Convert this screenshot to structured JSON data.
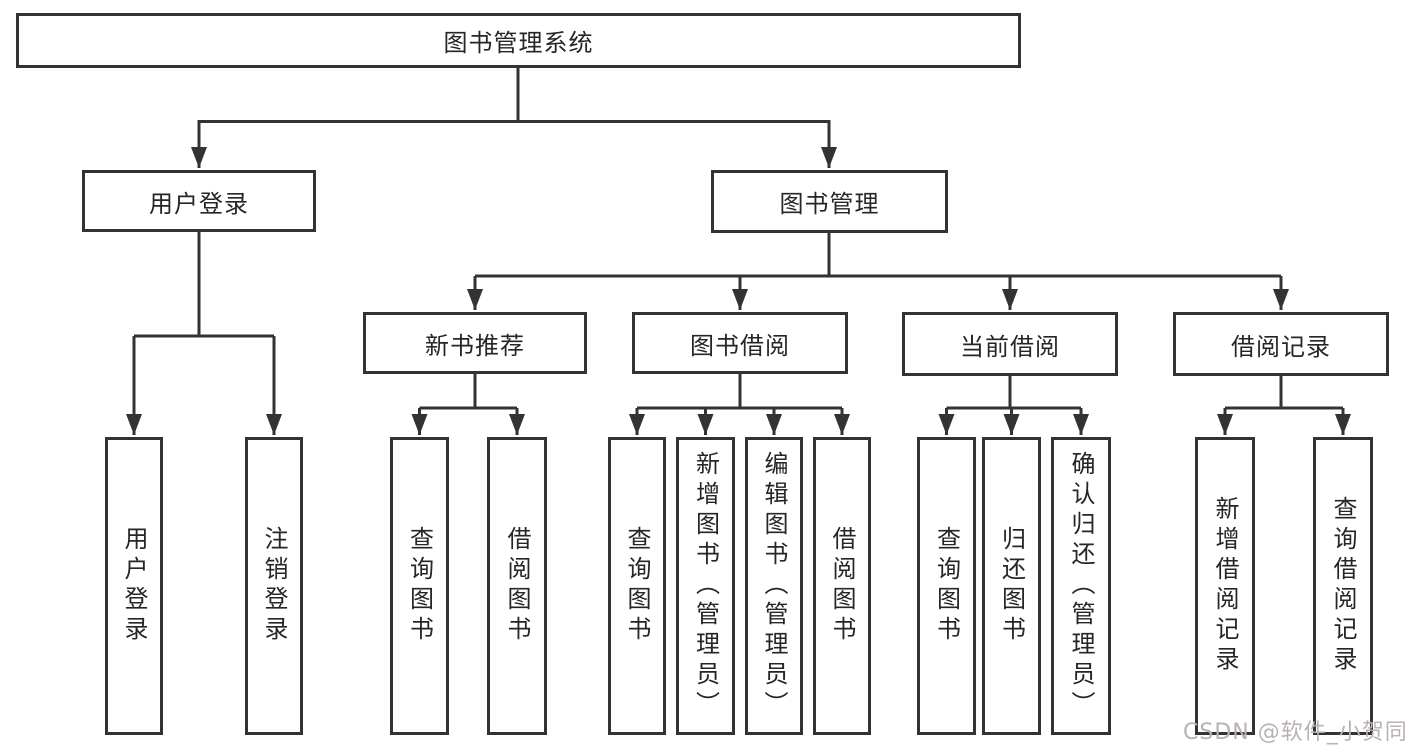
{
  "diagram": {
    "type": "hierarchy-tree",
    "root": {
      "label": "图书管理系统",
      "children": [
        {
          "label": "用户登录",
          "children": [
            {
              "label": "用户登录"
            },
            {
              "label": "注销登录"
            }
          ]
        },
        {
          "label": "图书管理",
          "children": [
            {
              "label": "新书推荐",
              "children": [
                {
                  "label": "查询图书"
                },
                {
                  "label": "借阅图书"
                }
              ]
            },
            {
              "label": "图书借阅",
              "children": [
                {
                  "label": "查询图书"
                },
                {
                  "label": "新增图书（管理员）"
                },
                {
                  "label": "编辑图书（管理员）"
                },
                {
                  "label": "借阅图书"
                }
              ]
            },
            {
              "label": "当前借阅",
              "children": [
                {
                  "label": "查询图书"
                },
                {
                  "label": "归还图书"
                },
                {
                  "label": "确认归还（管理员）"
                }
              ]
            },
            {
              "label": "借阅记录",
              "children": [
                {
                  "label": "新增借阅记录"
                },
                {
                  "label": "查询借阅记录"
                }
              ]
            }
          ]
        }
      ]
    }
  },
  "watermark": {
    "text": "CSDN @软件_小贺同学",
    "color": "#b9b2b2"
  },
  "colors": {
    "line": "#333333",
    "text": "#262626",
    "node_background": "#ffffff",
    "page_background": "#ffffff"
  }
}
